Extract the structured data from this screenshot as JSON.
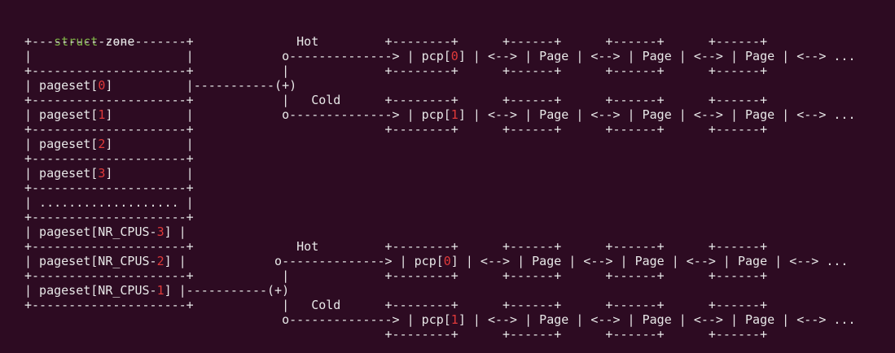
{
  "header": {
    "keyword": "struct",
    "name": " zone"
  },
  "lines": [
    [
      {
        "t": "+---------------------+              Hot         +--------+      +------+      +------+      +------+"
      }
    ],
    [
      {
        "t": "|                     |            o--------------> | pcp["
      },
      {
        "t": "0",
        "c": "num"
      },
      {
        "t": "] | <--> | Page | <--> | Page | <--> | Page | <--> ..."
      }
    ],
    [
      {
        "t": "+---------------------+            |             +--------+      +------+      +------+      +------+"
      }
    ],
    [
      {
        "t": "| pageset["
      },
      {
        "t": "0",
        "c": "num"
      },
      {
        "t": "]          |-----------(+)"
      }
    ],
    [
      {
        "t": "+---------------------+            |   Cold      +--------+      +------+      +------+      +------+"
      }
    ],
    [
      {
        "t": "| pageset["
      },
      {
        "t": "1",
        "c": "num"
      },
      {
        "t": "]          |            o--------------> | pcp["
      },
      {
        "t": "1",
        "c": "num"
      },
      {
        "t": "] | <--> | Page | <--> | Page | <--> | Page | <--> ..."
      }
    ],
    [
      {
        "t": "+---------------------+                          +--------+      +------+      +------+      +------+"
      }
    ],
    [
      {
        "t": "| pageset["
      },
      {
        "t": "2",
        "c": "num"
      },
      {
        "t": "]          |"
      }
    ],
    [
      {
        "t": "+---------------------+"
      }
    ],
    [
      {
        "t": "| pageset["
      },
      {
        "t": "3",
        "c": "num"
      },
      {
        "t": "]          |"
      }
    ],
    [
      {
        "t": "+---------------------+"
      }
    ],
    [
      {
        "t": "| ................... |"
      }
    ],
    [
      {
        "t": "+---------------------+"
      }
    ],
    [
      {
        "t": "| pageset[NR_CPUS-"
      },
      {
        "t": "3",
        "c": "num"
      },
      {
        "t": "] |"
      }
    ],
    [
      {
        "t": "+---------------------+              Hot         +--------+      +------+      +------+      +------+"
      }
    ],
    [
      {
        "t": "| pageset[NR_CPUS-"
      },
      {
        "t": "2",
        "c": "num"
      },
      {
        "t": "] |            o--------------> | pcp["
      },
      {
        "t": "0",
        "c": "num"
      },
      {
        "t": "] | <--> | Page | <--> | Page | <--> | Page | <--> ..."
      }
    ],
    [
      {
        "t": "+---------------------+            |             +--------+      +------+      +------+      +------+"
      }
    ],
    [
      {
        "t": "| pageset[NR_CPUS-"
      },
      {
        "t": "1",
        "c": "num"
      },
      {
        "t": "] |-----------(+)"
      }
    ],
    [
      {
        "t": "+---------------------+            |   Cold      +--------+      +------+      +------+      +------+"
      }
    ],
    [
      {
        "t": "                                   o--------------> | pcp["
      },
      {
        "t": "1",
        "c": "num"
      },
      {
        "t": "] | <--> | Page | <--> | Page | <--> | Page | <--> ..."
      }
    ],
    [
      {
        "t": "                                                 +--------+      +------+      +------+      +------+"
      }
    ]
  ]
}
